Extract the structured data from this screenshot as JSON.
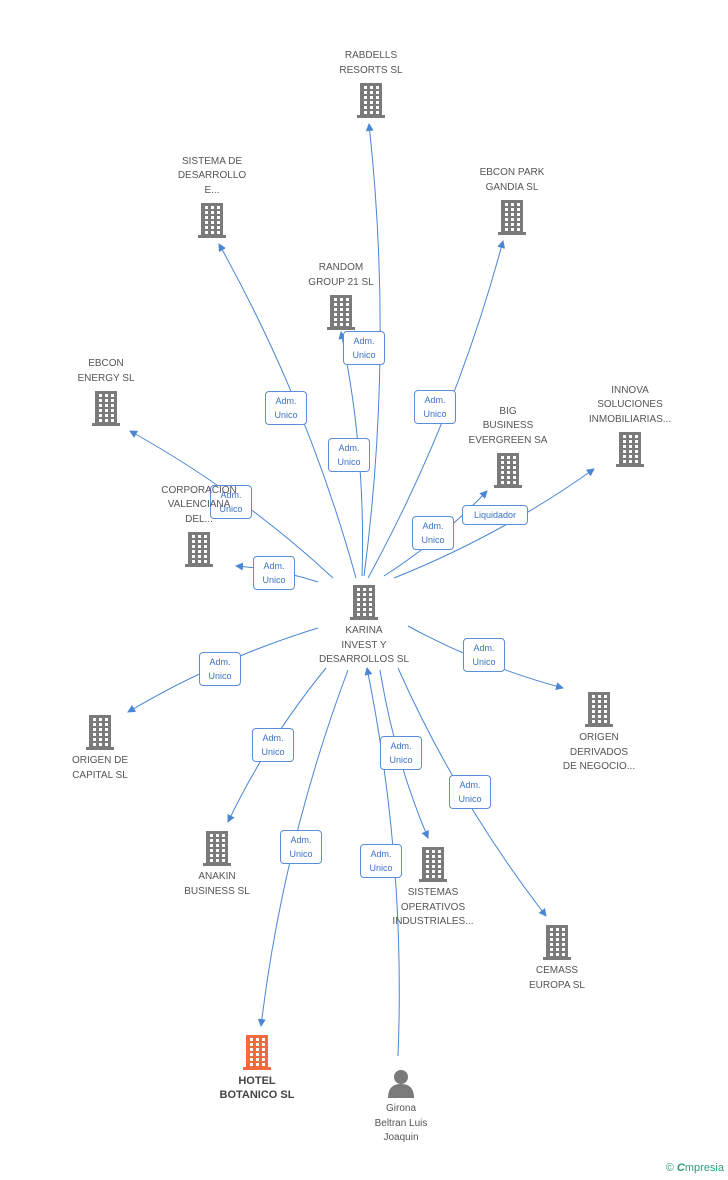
{
  "colors": {
    "edge": "#4a86d4",
    "building": "#7a7a7a",
    "highlight": "#f26a3d",
    "person": "#7a7a7a"
  },
  "nodes": [
    {
      "id": "center",
      "label": "KARINA\nINVEST Y\nDESARROLLOS SL",
      "type": "building"
    },
    {
      "id": "rabdells",
      "label": "RABDELLS\nRESORTS SL",
      "type": "building"
    },
    {
      "id": "sistema_desarrollo",
      "label": "SISTEMA DE\nDESARROLLO\nE...",
      "type": "building"
    },
    {
      "id": "ebcon_park",
      "label": "EBCON PARK\nGANDIA SL",
      "type": "building"
    },
    {
      "id": "random",
      "label": "RANDOM\nGROUP 21 SL",
      "type": "building"
    },
    {
      "id": "ebcon_energy",
      "label": "EBCON\nENERGY SL",
      "type": "building"
    },
    {
      "id": "innova",
      "label": "INNOVA\nSOLUCIONES\nINMOBILIARIAS...",
      "type": "building"
    },
    {
      "id": "big",
      "label": "BIG\nBUSINESS\nEVERGREEN SA",
      "type": "building"
    },
    {
      "id": "corporacion",
      "label": "CORPORACION\nVALENCIANA\nDEL...",
      "type": "building"
    },
    {
      "id": "origen_capital",
      "label": "ORIGEN DE\nCAPITAL SL",
      "type": "building"
    },
    {
      "id": "origen_derivados",
      "label": "ORIGEN\nDERIVADOS\nDE NEGOCIO...",
      "type": "building"
    },
    {
      "id": "anakin",
      "label": "ANAKIN\nBUSINESS SL",
      "type": "building"
    },
    {
      "id": "sistemas_op",
      "label": "SISTEMAS\nOPERATIVOS\nINDUSTRIALES...",
      "type": "building"
    },
    {
      "id": "cemass",
      "label": "CEMASS\nEUROPA SL",
      "type": "building"
    },
    {
      "id": "hotel",
      "label": "HOTEL\nBOTANICO SL",
      "type": "highlight"
    },
    {
      "id": "girona",
      "label": "Girona\nBeltran Luis\nJoaquin",
      "type": "person"
    }
  ],
  "edges": [
    {
      "from": "center",
      "to": "rabdells",
      "label": "Adm.\nUnico"
    },
    {
      "from": "center",
      "to": "sistema_desarrollo",
      "label": "Adm.\nUnico"
    },
    {
      "from": "center",
      "to": "ebcon_park",
      "label": "Adm.\nUnico"
    },
    {
      "from": "center",
      "to": "random",
      "label": "Adm.\nUnico"
    },
    {
      "from": "center",
      "to": "ebcon_energy",
      "label": "Adm.\nUnico"
    },
    {
      "from": "center",
      "to": "corporacion",
      "label": "Adm.\nUnico"
    },
    {
      "from": "center",
      "to": "big",
      "label": "Adm.\nUnico"
    },
    {
      "from": "center",
      "to": "innova",
      "label": "Liquidador"
    },
    {
      "from": "center",
      "to": "origen_capital",
      "label": "Adm.\nUnico"
    },
    {
      "from": "center",
      "to": "origen_derivados",
      "label": "Adm.\nUnico"
    },
    {
      "from": "center",
      "to": "anakin",
      "label": "Adm.\nUnico"
    },
    {
      "from": "center",
      "to": "sistemas_op",
      "label": "Adm.\nUnico"
    },
    {
      "from": "center",
      "to": "cemass",
      "label": "Adm.\nUnico"
    },
    {
      "from": "center",
      "to": "hotel",
      "label": "Adm.\nUnico"
    },
    {
      "from": "girona",
      "to": "center",
      "label": "Adm.\nUnico"
    }
  ],
  "footer": {
    "copyright": "©",
    "brand_initial": "C",
    "brand_rest": "mpresia"
  }
}
